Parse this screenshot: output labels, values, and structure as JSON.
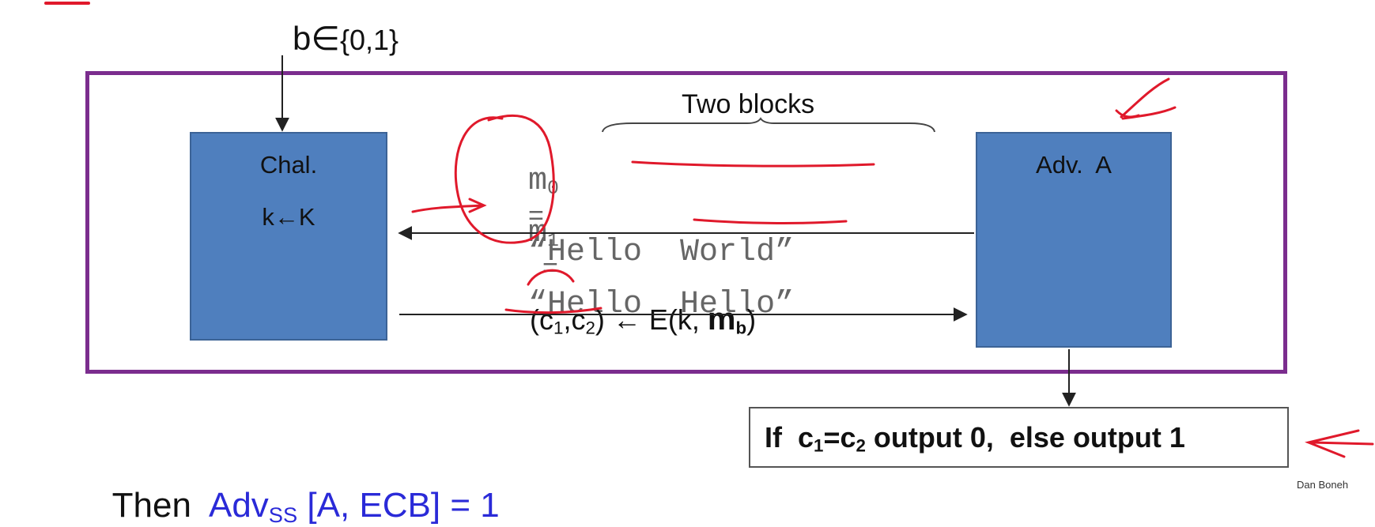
{
  "bit_choice": {
    "b": "b",
    "elem": "∈",
    "set": "{0,1}"
  },
  "challenger": {
    "line1": "Chal.",
    "line2": "k←K"
  },
  "adversary": {
    "label": "Adv.  A"
  },
  "two_blocks_label": "Two blocks",
  "m0": {
    "var": "m",
    "sub": "0",
    "eq": "=",
    "value": "“Hello  World”"
  },
  "m1": {
    "var": "m",
    "sub": "1",
    "eq": "=",
    "value": "“Hello  Hello”"
  },
  "ciphertext": {
    "open": "(c",
    "s1": "1",
    "comma": ",c",
    "s2": "2",
    "close": ") ← E(k, ",
    "mb": "m",
    "mb_sub": "b",
    "end": ")"
  },
  "result": {
    "prefix": "If  c",
    "s1": "1",
    "eq": "=c",
    "s2": "2",
    "rest": " output 0,  else output 1"
  },
  "conclusion": {
    "then": "Then  ",
    "adv": "Adv",
    "adv_sub": "SS",
    "bracket": " [A, ECB] = 1"
  },
  "credit": "Dan Boneh",
  "colors": {
    "frame": "#7b2d8e",
    "box_fill": "#4f7fbe",
    "annotation": "#e0192b",
    "advantage_text": "#2a2ad8",
    "message_text": "#666666"
  }
}
